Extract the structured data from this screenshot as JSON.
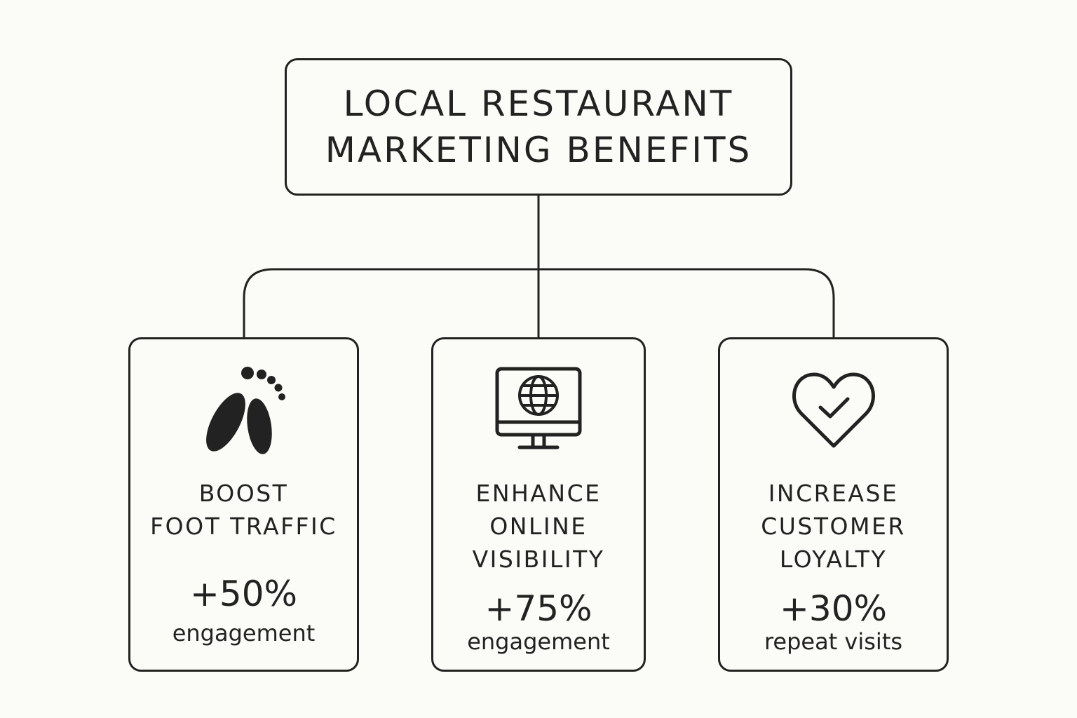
{
  "root": {
    "title_lines": [
      "LOCAL RESTAURANT",
      "MARKETING BENEFITS"
    ]
  },
  "cards": [
    {
      "icon": "footprints-icon",
      "title_lines": [
        "BOOST",
        "FOOT TRAFFIC"
      ],
      "metric": "+50%",
      "caption": "engagement"
    },
    {
      "icon": "globe-monitor-icon",
      "title_lines": [
        "ENHANCE",
        "ONLINE",
        "VISIBILITY"
      ],
      "metric": "+75%",
      "caption": "engagement"
    },
    {
      "icon": "heart-check-icon",
      "title_lines": [
        "INCREASE",
        "CUSTOMER",
        "LOYALTY"
      ],
      "metric": "+30%",
      "caption": "repeat visits"
    }
  ],
  "colors": {
    "ink": "#222222",
    "background": "#fbfbf7"
  }
}
